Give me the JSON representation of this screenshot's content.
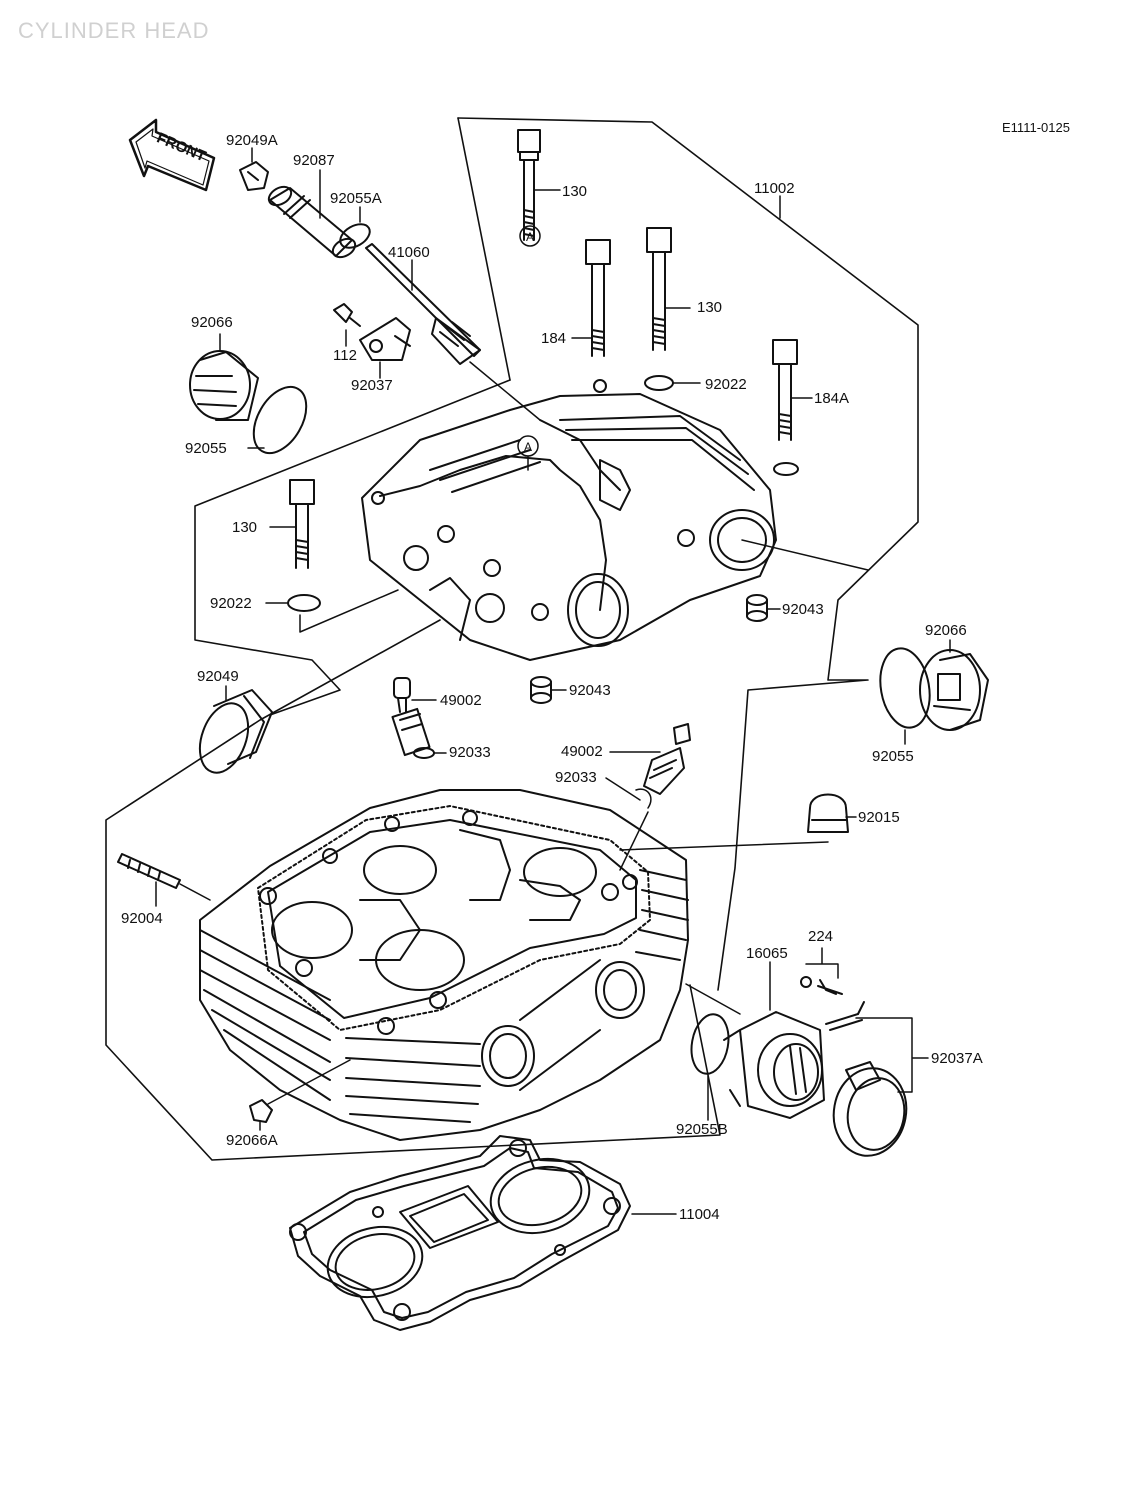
{
  "title": "CYLINDER HEAD",
  "diagram_code": "E1111-0125",
  "front_arrow": {
    "label": "FRONT"
  },
  "callouts": [
    {
      "id": "c-92049A",
      "text": "92049A"
    },
    {
      "id": "c-92087",
      "text": "92087"
    },
    {
      "id": "c-92055A",
      "text": "92055A"
    },
    {
      "id": "c-41060",
      "text": "41060"
    },
    {
      "id": "c-130-top",
      "text": "130"
    },
    {
      "id": "c-11002",
      "text": "11002"
    },
    {
      "id": "c-92066-left",
      "text": "92066"
    },
    {
      "id": "c-112",
      "text": "112"
    },
    {
      "id": "c-92037",
      "text": "92037"
    },
    {
      "id": "c-184",
      "text": "184"
    },
    {
      "id": "c-130-right",
      "text": "130"
    },
    {
      "id": "c-92022-right",
      "text": "92022"
    },
    {
      "id": "c-184A",
      "text": "184A"
    },
    {
      "id": "c-92055-left",
      "text": "92055"
    },
    {
      "id": "c-130-left",
      "text": "130"
    },
    {
      "id": "c-92022-left",
      "text": "92022"
    },
    {
      "id": "c-92043-right",
      "text": "92043"
    },
    {
      "id": "c-92066-right",
      "text": "92066"
    },
    {
      "id": "c-92049",
      "text": "92049"
    },
    {
      "id": "c-92043-bottom",
      "text": "92043"
    },
    {
      "id": "c-49002-left",
      "text": "49002"
    },
    {
      "id": "c-92055-right",
      "text": "92055"
    },
    {
      "id": "c-92033-left",
      "text": "92033"
    },
    {
      "id": "c-49002-right",
      "text": "49002"
    },
    {
      "id": "c-92033-right",
      "text": "92033"
    },
    {
      "id": "c-92015",
      "text": "92015"
    },
    {
      "id": "c-92004",
      "text": "92004"
    },
    {
      "id": "c-224",
      "text": "224"
    },
    {
      "id": "c-16065",
      "text": "16065"
    },
    {
      "id": "c-92037A",
      "text": "92037A"
    },
    {
      "id": "c-92055B",
      "text": "92055B"
    },
    {
      "id": "c-92066A",
      "text": "92066A"
    },
    {
      "id": "c-11004",
      "text": "11004"
    }
  ],
  "reference_marks": [
    {
      "id": "ref-a-top",
      "text": "A"
    },
    {
      "id": "ref-a-cover",
      "text": "A"
    }
  ]
}
